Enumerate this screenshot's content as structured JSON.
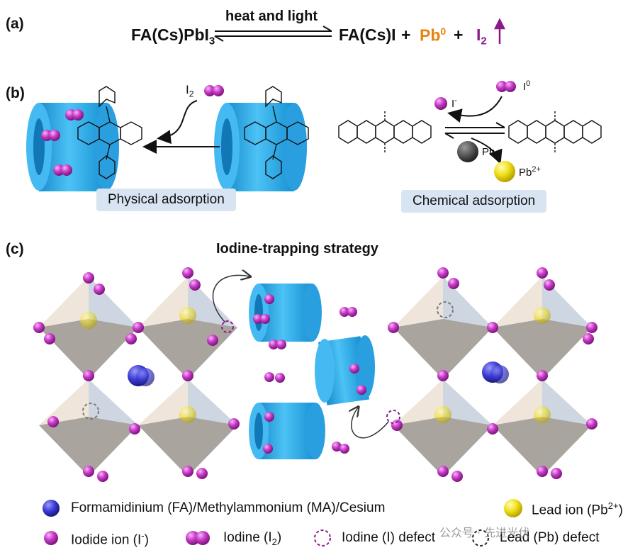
{
  "panel_a": {
    "label": "(a)",
    "reactant": "FA(Cs)PbI",
    "reactant_sub": "3",
    "condition": "heat and light",
    "product1": "FA(Cs)I",
    "plus1": "+",
    "product2": "Pb",
    "product2_sup": "0",
    "plus2": "+",
    "product3": "I",
    "product3_sub": "2"
  },
  "panel_b": {
    "label": "(b)",
    "i2": "I",
    "i2_sub": "2",
    "physical": "Physical adsorption",
    "i_minus": "I",
    "i_minus_sup": "-",
    "i0": "I",
    "i0_sup": "0",
    "pb": "Pb",
    "pb2": "Pb",
    "pb2_sup": "2+",
    "chemical": "Chemical adsorption"
  },
  "panel_c": {
    "label": "(c)",
    "title": "Iodine-trapping strategy"
  },
  "legend": {
    "fa": "Formamidinium (FA)/Methylammonium (MA)/Cesium",
    "pb_ion": "Lead ion (Pb",
    "pb_ion_sup": "2+",
    "pb_ion_end": ")",
    "iodide": "Iodide ion (I",
    "iodide_sup": "-",
    "iodide_end": ")",
    "iodine": "Iodine (I",
    "iodine_sub": "2",
    "iodine_end": ")",
    "i_defect": "Iodine (I) defect",
    "pb_defect": "Lead (Pb) defect"
  },
  "watermark": "公众号 · 先进光伏",
  "colors": {
    "cylinder": "#29a8e8",
    "iodine": "#c93ac9",
    "lead": "#f2e21c",
    "cation": "#3a3ad8",
    "octahedron": "#bdb8b2",
    "accent_orange": "#e8820c",
    "accent_purple": "#8a1a8a",
    "label_bg": "#d8e4f2"
  }
}
